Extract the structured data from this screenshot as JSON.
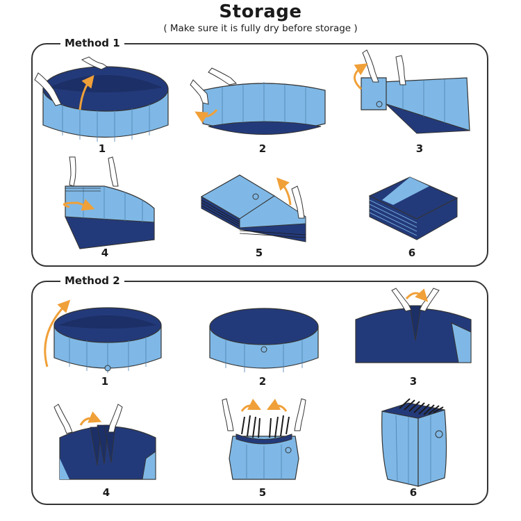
{
  "header": {
    "title": "Storage",
    "subtitle": "( Make sure it is fully dry before storage )"
  },
  "colors": {
    "pool_light": "#7fb8e6",
    "pool_dark": "#233a7a",
    "arrow": "#f0a038",
    "outline": "#333333",
    "skin": "#ffffff"
  },
  "methods": [
    {
      "label": "Method 1",
      "steps": [
        "1",
        "2",
        "3",
        "4",
        "5",
        "6"
      ]
    },
    {
      "label": "Method 2",
      "steps": [
        "1",
        "2",
        "3",
        "4",
        "5",
        "6"
      ]
    }
  ]
}
